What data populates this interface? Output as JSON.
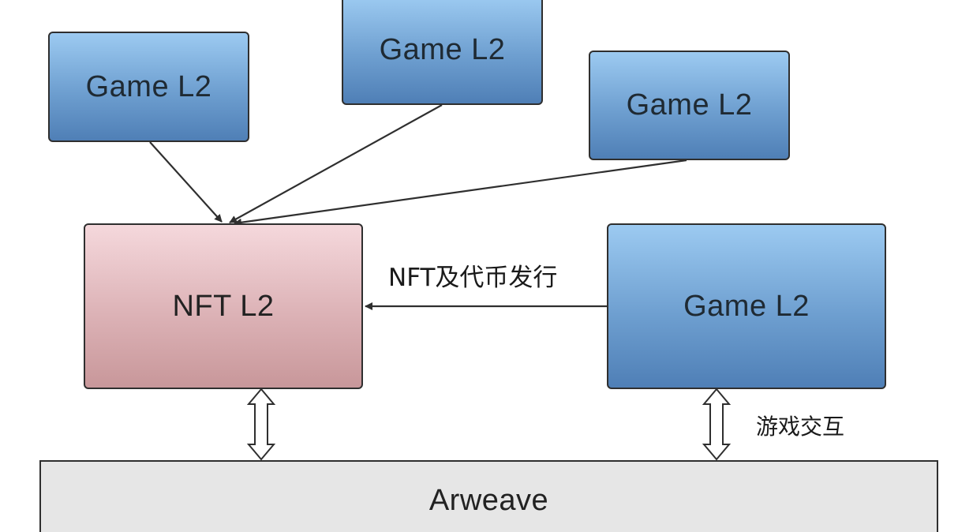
{
  "nodes": {
    "game_l2_left": "Game L2",
    "game_l2_top": "Game L2",
    "game_l2_right": "Game L2",
    "nft_l2": "NFT L2",
    "game_l2_main": "Game L2",
    "arweave": "Arweave"
  },
  "edge_labels": {
    "nft_issuance": "NFT及代币发行",
    "game_interaction": "游戏交互"
  },
  "colors": {
    "game_node": "#6e9fd0",
    "nft_node": "#dcb2b6",
    "arweave_node": "#e6e6e6",
    "stroke": "#2f2f2f"
  }
}
